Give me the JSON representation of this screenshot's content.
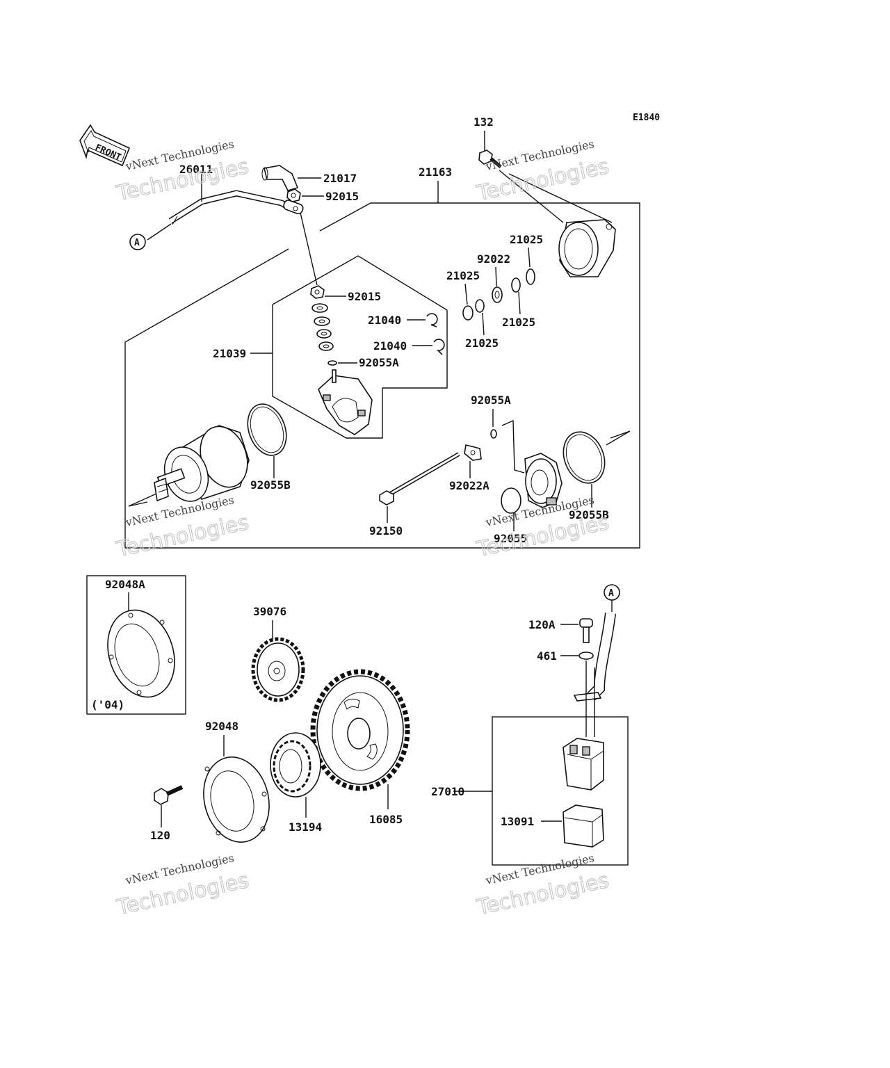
{
  "diagram_code": "E1840",
  "front_label": "FRONT",
  "ref_marker": "A",
  "year_note": "('04)",
  "watermark": {
    "line1": "vNext Technologies",
    "line2": "Technologies"
  },
  "labels": {
    "p26011": "26011",
    "p21017": "21017",
    "p92015_top": "92015",
    "p21163": "21163",
    "p132": "132",
    "p21025_a": "21025",
    "p92022": "92022",
    "p21025_b": "21025",
    "p21025_c": "21025",
    "p21025_d": "21025",
    "p92015_mid": "92015",
    "p21040_a": "21040",
    "p21040_b": "21040",
    "p21039": "21039",
    "p92055A_a": "92055A",
    "p92055A_b": "92055A",
    "p92055B_a": "92055B",
    "p92022A": "92022A",
    "p92150": "92150",
    "p92055B_b": "92055B",
    "p92055": "92055",
    "p92048A": "92048A",
    "p39076": "39076",
    "p92048": "92048",
    "p120": "120",
    "p13194": "13194",
    "p16085": "16085",
    "p120A": "120A",
    "p461": "461",
    "p27010": "27010",
    "p13091": "13091"
  }
}
